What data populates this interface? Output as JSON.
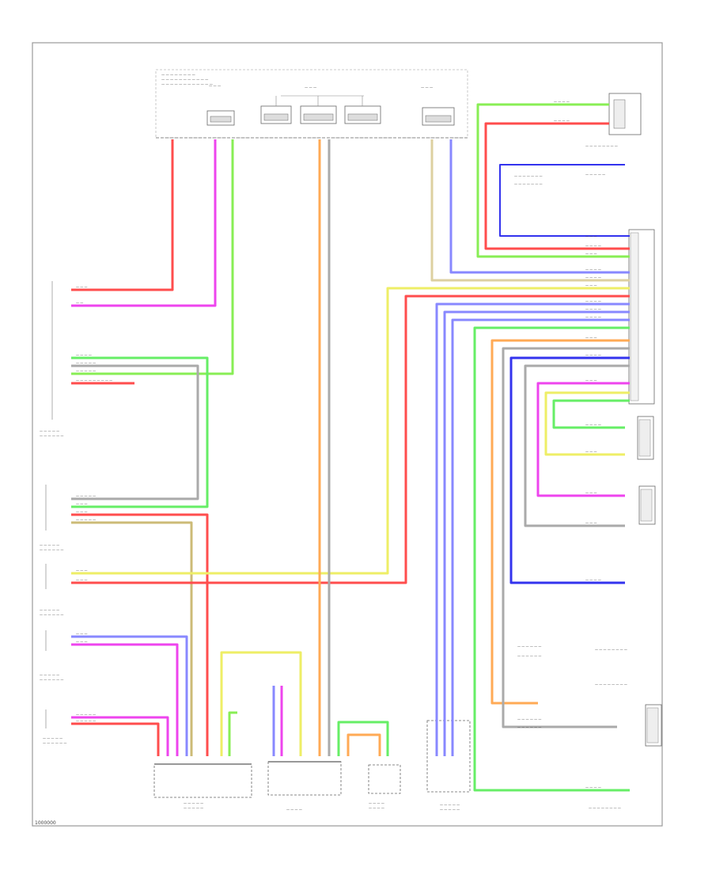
{
  "diagram": {
    "footer_code": "1000000",
    "colors": {
      "red": "#ff4d4d",
      "pink": "#ee44ee",
      "green": "#88ee55",
      "orange": "#ffaa55",
      "violet": "#8888ff",
      "yellow": "#eeee66",
      "tan": "#ccbb77",
      "grey": "#aaaaaa",
      "blue": "#3333ee",
      "light_green": "#66ee66"
    },
    "wires": [
      {
        "id": "w-red-top",
        "color": "red"
      },
      {
        "id": "w-pink-top",
        "color": "pink"
      },
      {
        "id": "w-green-top",
        "color": "green"
      },
      {
        "id": "w-orange-bus",
        "color": "orange"
      },
      {
        "id": "w-grey-bus",
        "color": "grey"
      },
      {
        "id": "w-yellow-left",
        "color": "yellow"
      },
      {
        "id": "w-red-left",
        "color": "red"
      },
      {
        "id": "w-violet-left",
        "color": "violet"
      },
      {
        "id": "w-pink-left",
        "color": "pink"
      },
      {
        "id": "w-green-right-top",
        "color": "green"
      },
      {
        "id": "w-red-right-top",
        "color": "red"
      },
      {
        "id": "w-blue-right",
        "color": "blue"
      },
      {
        "id": "w-pink-right",
        "color": "pink"
      },
      {
        "id": "w-yellow-right",
        "color": "yellow"
      },
      {
        "id": "w-orange-right",
        "color": "orange"
      },
      {
        "id": "w-green-bottom-right",
        "color": "light_green"
      }
    ]
  }
}
